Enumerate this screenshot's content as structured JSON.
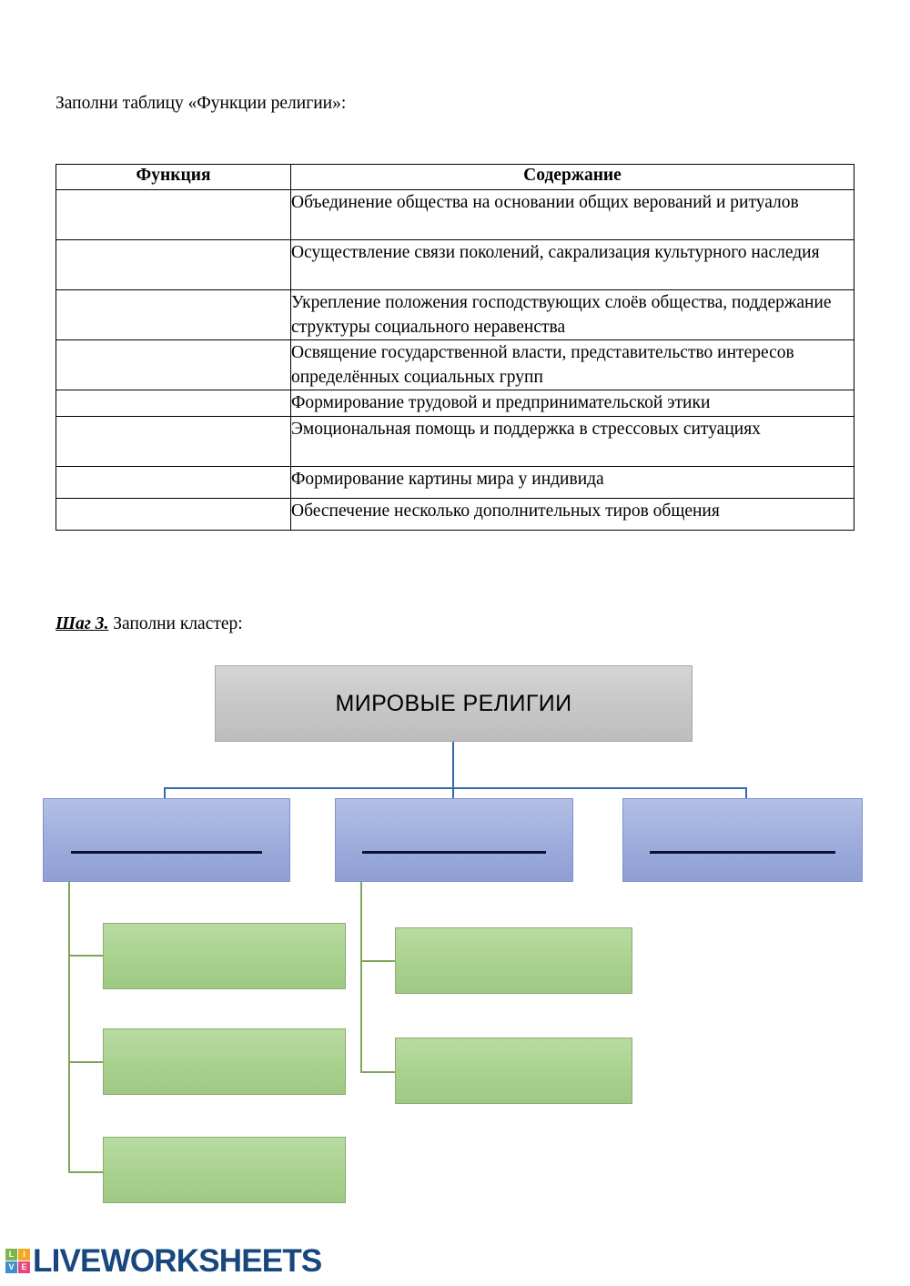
{
  "intro": {
    "text": "Заполни таблицу «Функции религии»:"
  },
  "table": {
    "headers": {
      "function": "Функция",
      "content": "Содержание"
    },
    "rows": [
      {
        "function": "",
        "content": "Объединение общества на основании общих верований и ритуалов"
      },
      {
        "function": "",
        "content": "Осуществление связи поколений, сакрализация культурного наследия"
      },
      {
        "function": "",
        "content": "Укрепление положения господствующих слоёв общества, поддержание структуры социального неравенства"
      },
      {
        "function": "",
        "content": "Освящение государственной власти, представительство интересов определённых социальных групп"
      },
      {
        "function": "",
        "content": "Формирование трудовой и предпринимательской этики"
      },
      {
        "function": "",
        "content": "Эмоциональная помощь и поддержка в стрессовых ситуациях"
      },
      {
        "function": "",
        "content": "Формирование картины мира у индивида"
      },
      {
        "function": "",
        "content": "Обеспечение несколько дополнительных тиров общения"
      }
    ]
  },
  "step": {
    "label": "Шаг 3.",
    "instruction": " Заполни кластер:"
  },
  "cluster": {
    "root": {
      "label": "МИРОВЫЕ РЕЛИГИИ"
    },
    "blue_nodes": [
      {
        "label": ""
      },
      {
        "label": ""
      },
      {
        "label": ""
      }
    ],
    "green_nodes_left": [
      {
        "label": ""
      },
      {
        "label": ""
      },
      {
        "label": ""
      }
    ],
    "green_nodes_middle": [
      {
        "label": ""
      },
      {
        "label": ""
      }
    ],
    "colors": {
      "root_fill": "#c9c9c9",
      "blue_fill": "#9dacdc",
      "green_fill": "#a9d18e",
      "blue_connector": "#3a66ab",
      "green_connector": "#7ca65a"
    }
  },
  "footer": {
    "logo": {
      "tiles": [
        "L",
        "I",
        "V",
        "E"
      ],
      "wordmark": "LIVEWORKSHEETS"
    }
  }
}
